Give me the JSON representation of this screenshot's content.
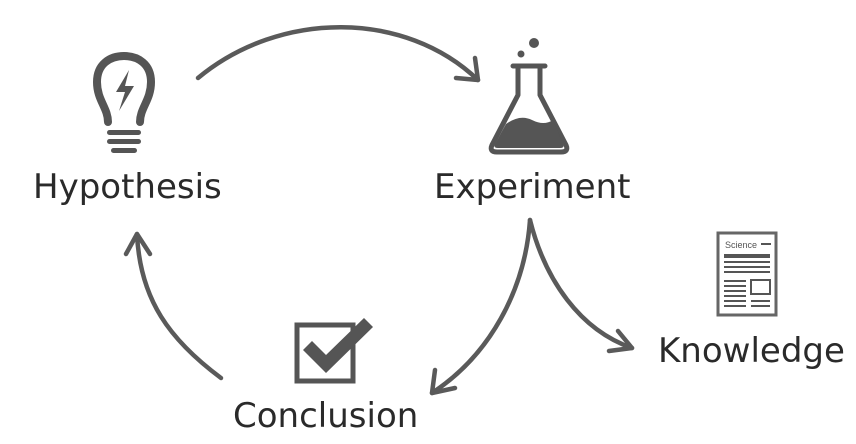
{
  "nodes": {
    "hypothesis": {
      "label": "Hypothesis",
      "icon": "lightbulb-icon"
    },
    "experiment": {
      "label": "Experiment",
      "icon": "flask-icon"
    },
    "knowledge": {
      "label": "Knowledge",
      "icon": "paper-icon",
      "paper_title": "Science"
    },
    "conclusion": {
      "label": "Conclusion",
      "icon": "checkbox-icon"
    }
  },
  "colors": {
    "text": "#2a2a2a",
    "arrows": "#5a5a5a",
    "icons": "#555555",
    "background": "#ffffff"
  }
}
